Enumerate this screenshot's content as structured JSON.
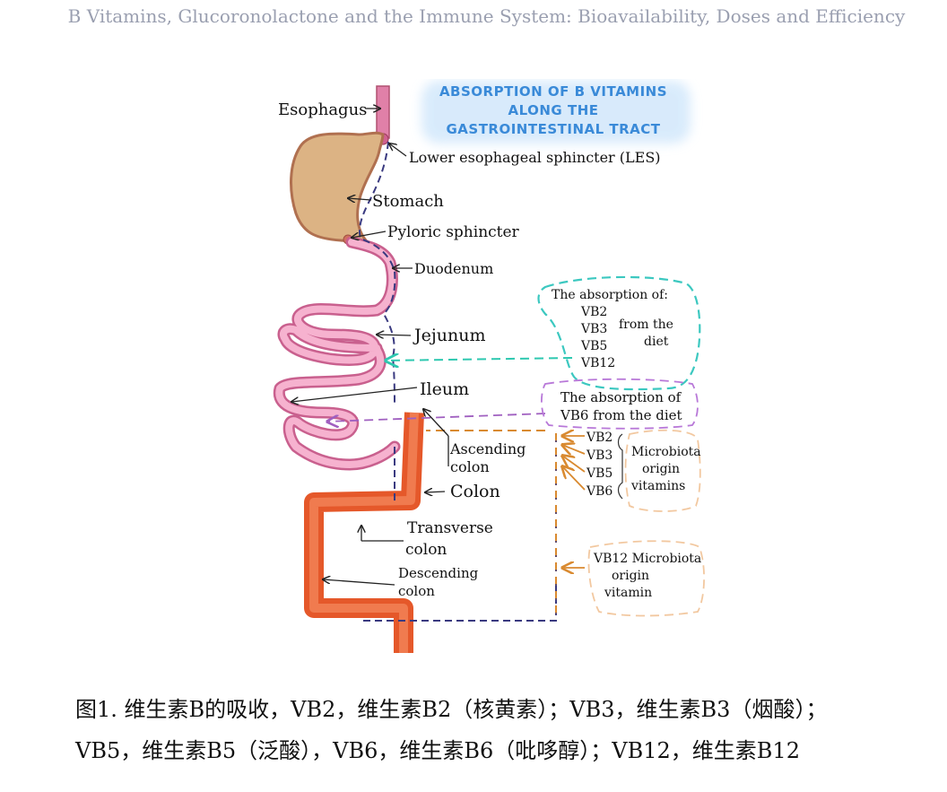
{
  "header": {
    "title": "B Vitamins, Glucoronolactone and the Immune System: Bioavailability, Doses and Efficiency"
  },
  "figure": {
    "title_lines": [
      "ABSORPTION OF B VITAMINS",
      "ALONG THE",
      "GASTROINTESTINAL TRACT"
    ],
    "labels": {
      "esophagus": "Esophagus",
      "les": "Lower esophageal sphincter (LES)",
      "stomach": "Stomach",
      "pyloric": "Pyloric sphincter",
      "duodenum": "Duodenum",
      "jejunum": "Jejunum",
      "ileum": "Ileum",
      "ascending_1": "Ascending",
      "ascending_2": "colon",
      "colon": "Colon",
      "transverse_1": "Transverse",
      "transverse_2": "colon",
      "descending_1": "Descending",
      "descending_2": "colon"
    },
    "diet_box": {
      "heading": "The absorption of:",
      "vitamins": [
        "VB2",
        "VB3",
        "VB5",
        "VB12"
      ],
      "source_1": "from the",
      "source_2": "diet"
    },
    "vb6_box": {
      "line1": "The absorption of",
      "line2": "VB6 from the diet"
    },
    "microbiota_box": {
      "vitamins": [
        "VB2",
        "VB3",
        "VB5",
        "VB6"
      ],
      "line1": "Microbiota",
      "line2": "origin",
      "line3": "vitamins"
    },
    "vb12_box": {
      "line1": "VB12 Microbiota",
      "line2": "origin",
      "line3": "vitamin"
    },
    "colors": {
      "title": "#3a8ad8",
      "esophagus": "#e070a0",
      "stomach": "#dcb384",
      "small_intestine": "#f3a2c4",
      "colon": "#ee6a3c",
      "diet_line": "#2ec8b0",
      "vb6_line": "#a060c0",
      "microbiota_line": "#d98a30",
      "pathway": "#3a3a80"
    }
  },
  "caption": {
    "line1": "图1. 维生素B的吸收，VB2，维生素B2（核黄素）；VB3，维生素B3（烟酸）；",
    "line2": "VB5，维生素B5（泛酸），VB6，维生素B6（吡哆醇）；VB12，维生素B12"
  }
}
